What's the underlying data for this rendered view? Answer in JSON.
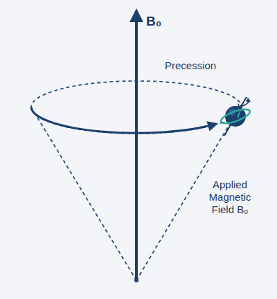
{
  "diagram": {
    "labels": [
      "B₀",
      "Precession",
      "Applied Magnetic Field B₀"
    ]
  }
}
